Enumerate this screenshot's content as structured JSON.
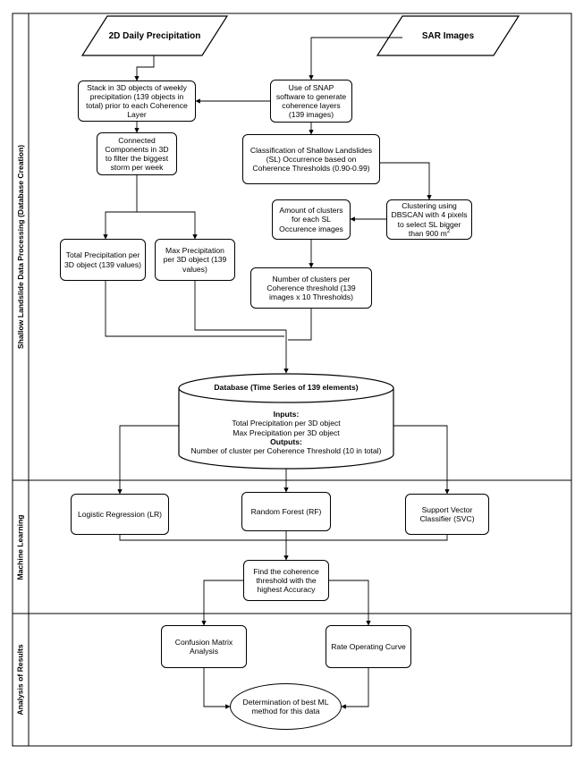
{
  "lanes": {
    "database_creation": "Shallow Landslide Data Processing (Database Creation)",
    "machine_learning": "Machine Learning",
    "analysis": "Analysis of Results"
  },
  "inputs": {
    "precipitation": "2D Daily Precipitation",
    "sar": "SAR Images"
  },
  "steps": {
    "stack": "Stack in 3D objects of weekly precipitation (139 objects in total) prior to each Coherence Layer",
    "snap": "Use of SNAP software to generate coherence layers (139 images)",
    "connected": "Connected Components in 3D to filter the biggest storm per week",
    "classification": "Classification of Shallow Landslides (SL) Occurrence based on Coherence Thresholds (0.90-0.99)",
    "amount_clusters": "Amount of clusters for each SL Occurence images",
    "dbscan": "Clustering using DBSCAN with 4 pixels to select SL bigger than 900 m",
    "dbscan_sup": "2",
    "total_precip": "Total Precipitation per 3D object (139 values)",
    "max_precip": "Max Precipitation per 3D object (139 values)",
    "num_clusters": "Number of clusters per Coherence threshold (139 images x 10 Thresholds)"
  },
  "database": {
    "title": "Database (Time Series of 139 elements)",
    "inputs_label": "Inputs:",
    "input_1": "Total Precipitation per 3D object",
    "input_2": "Max Precipitation per 3D object",
    "outputs_label": "Outputs:",
    "output_1": "Number of cluster per Coherence Threshold (10 in total)"
  },
  "ml": {
    "lr": "Logistic Regression (LR)",
    "rf": "Random Forest (RF)",
    "svc": "Support Vector Classifier (SVC)",
    "find": "Find the coherence threshold with the highest Accuracy"
  },
  "results": {
    "confusion": "Confusion Matrix Analysis",
    "roc": "Rate Operating Curve",
    "final": "Determination of best ML method for this data"
  }
}
